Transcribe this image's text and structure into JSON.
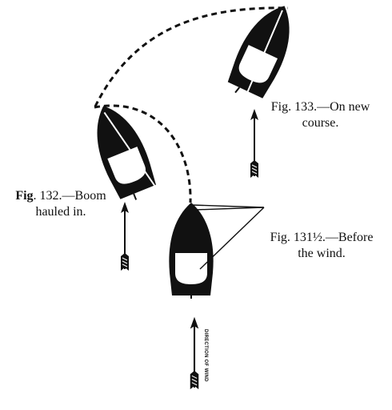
{
  "captions": {
    "fig133": {
      "prefix": "Fig",
      "rest_line1": ". 133.—On new",
      "line2": "course."
    },
    "fig132": {
      "prefix": "Fig",
      "rest_line1": ". 132.—Boom",
      "line2": "hauled in."
    },
    "fig131": {
      "line1": "Fig. 131½.—Before",
      "line2": "the wind."
    }
  },
  "wind_label": "DIRECTION OF WIND",
  "colors": {
    "ink": "#111111",
    "paper": "#ffffff"
  },
  "icons": {
    "boat": "sailboat-topview-icon",
    "arrow": "feathered-arrow-icon"
  }
}
